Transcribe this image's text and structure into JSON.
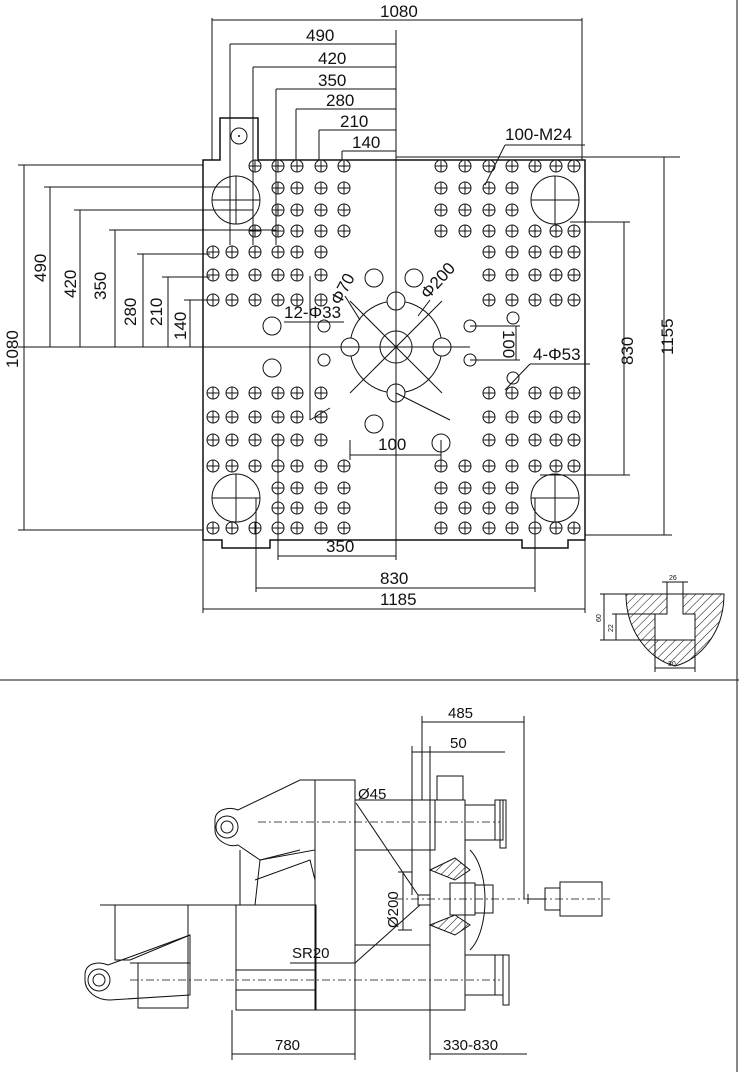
{
  "top_view": {
    "dims_top": [
      "1080",
      "490",
      "420",
      "350",
      "280",
      "210",
      "140"
    ],
    "dims_left": [
      "1080",
      "490",
      "420",
      "350",
      "280",
      "210",
      "140"
    ],
    "dim_right_inner": "830",
    "dim_right_outer": "1155",
    "dim_bottom_inner": "350",
    "dim_bottom_mid": "830",
    "dim_bottom_outer": "1185",
    "label_m24": "100-M24",
    "label_12phi": "12-Φ33",
    "label_phi70": "Φ70",
    "label_phi200": "Φ200",
    "label_100_center": "100",
    "label_100_side": "100",
    "label_4phi": "4-Φ53"
  },
  "detail": {
    "d26": "26",
    "d60": "60",
    "d22": "22",
    "d30": "30"
  },
  "side_view": {
    "d485": "485",
    "d50": "50",
    "d45": "Ø45",
    "d200": "Ø200",
    "sr20": "SR20",
    "d780": "780",
    "d330": "330-830"
  }
}
